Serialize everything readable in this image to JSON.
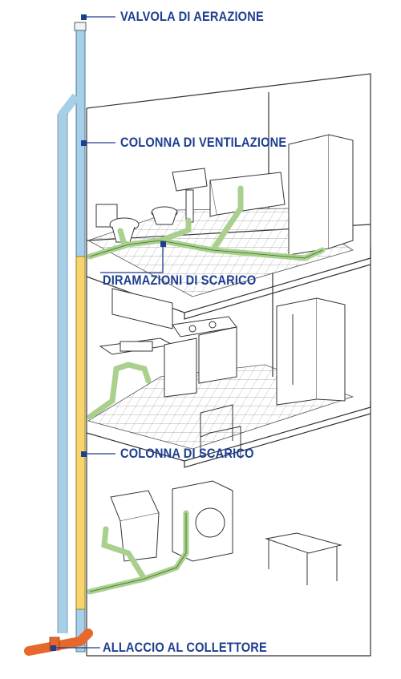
{
  "labels": {
    "air_valve": "VALVOLA DI AERAZIONE",
    "vent_stack": "COLONNA DI VENTILAZIONE",
    "branch_drains": "DIRAMAZIONI DI SCARICO",
    "drain_stack": "COLONNA DI SCARICO",
    "sewer_connection": "ALLACCIO AL COLLETTORE"
  },
  "colors": {
    "label_text": "#1d3f8f",
    "vent_pipe": "#a8cfe8",
    "drain_pipe": "#f7d56a",
    "branch_pipe": "#a9d08e",
    "sewer_pipe": "#e8672a",
    "line_art": "#333333"
  },
  "icons": [
    "air-valve-icon",
    "toilet-icon",
    "sink-icon",
    "bathtub-icon",
    "shower-icon",
    "kitchen-sink-icon",
    "dishwasher-icon",
    "stove-icon",
    "refrigerator-icon",
    "chair-icon",
    "laundry-tub-icon",
    "washing-machine-icon",
    "bench-icon"
  ]
}
